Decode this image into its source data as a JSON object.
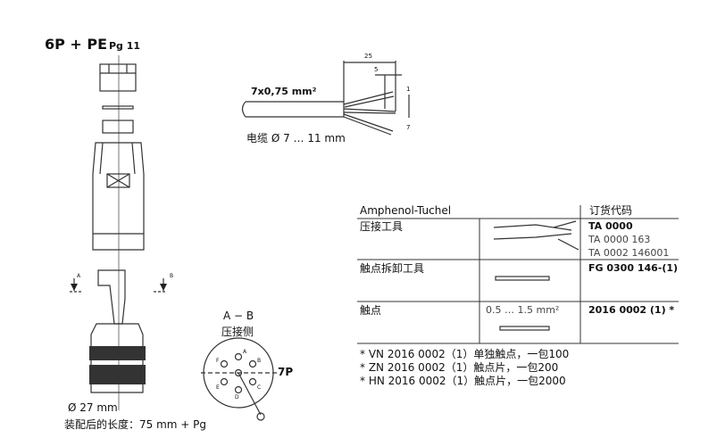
{
  "title": {
    "config": "6P + PE",
    "gland": "Pg 11"
  },
  "cable": {
    "spec": "7x0,75 mm²",
    "dim_25": "25",
    "dim_5": "5",
    "label_1": "1",
    "label_7": "7",
    "caption": "电缆 Ø 7 … 11 mm"
  },
  "connector": {
    "section_a": "A",
    "section_b": "B",
    "diameter": "Ø 27 mm",
    "length": "装配后的长度：75 mm + Pg"
  },
  "pinout": {
    "view_title": "A − B",
    "view_subtitle": "压接侧",
    "pin_count": "7P",
    "pins": [
      "A",
      "B",
      "C",
      "D",
      "E",
      "F"
    ]
  },
  "table": {
    "header_left": "Amphenol-Tuchel",
    "header_right": "订货代码",
    "rows": [
      {
        "name": "压接工具",
        "spec": "",
        "codes": [
          "TA 0000",
          "TA 0000 163",
          "TA 0002 146001"
        ]
      },
      {
        "name": "触点拆卸工具",
        "spec": "",
        "codes": [
          "FG 0300 146-(1)"
        ]
      },
      {
        "name": "触点",
        "spec": "0.5 … 1.5 mm²",
        "codes": [
          "2016 0002 (1) *"
        ]
      }
    ]
  },
  "footnotes": [
    "* VN 2016 0002（1）单独触点，一包100",
    "* ZN 2016 0002（1）触点片，一包200",
    "* HN 2016 0002（1）触点片，一包2000"
  ]
}
